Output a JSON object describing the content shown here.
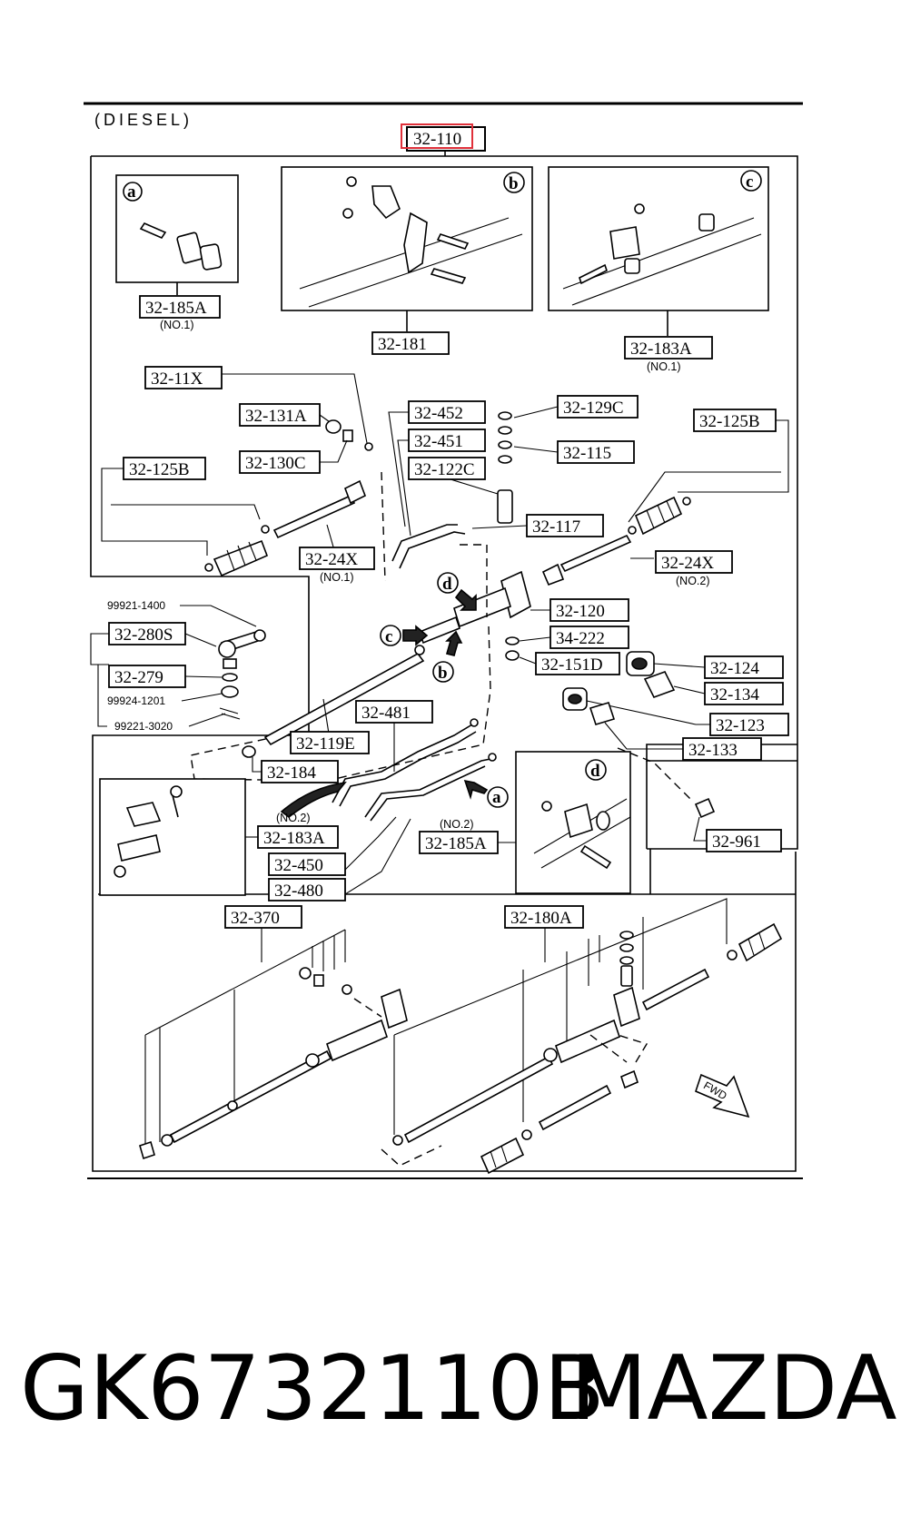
{
  "header": {
    "variant": "(DIESEL)",
    "group_ref": "32-110",
    "highlight_color": "#e0303a"
  },
  "details": {
    "a": {
      "marker": "a",
      "ref": "32-185A",
      "note": "(NO.1)"
    },
    "b": {
      "marker": "b",
      "ref": "32-181"
    },
    "c": {
      "marker": "c",
      "ref": "32-183A",
      "note": "(NO.1)"
    },
    "d": {
      "marker": "d",
      "ref": "32-185A",
      "note": "(NO.2)"
    }
  },
  "labels": {
    "l_11x": "32-11X",
    "l_131a": "32-131A",
    "l_130c": "32-130C",
    "l_125b_left": "32-125B",
    "l_452": "32-452",
    "l_451": "32-451",
    "l_122c": "32-122C",
    "l_129c": "32-129C",
    "l_115": "32-115",
    "l_125b_right": "32-125B",
    "l_24x_1": "32-24X",
    "l_24x_1_note": "(NO.1)",
    "l_117": "32-117",
    "l_24x_2": "32-24X",
    "l_24x_2_note": "(NO.2)",
    "l_120": "32-120",
    "l_222": "34-222",
    "l_151d": "32-151D",
    "l_124": "32-124",
    "l_134": "32-134",
    "l_123": "32-123",
    "l_133": "32-133",
    "l_280s": "32-280S",
    "l_279": "32-279",
    "p_1400": "99921-1400",
    "p_1201": "99924-1201",
    "p_3020": "99221-3020",
    "l_481": "32-481",
    "l_119e": "32-119E",
    "l_184": "32-184",
    "l_183a_2": "32-183A",
    "l_183a_2_note": "(NO.2)",
    "l_450": "32-450",
    "l_480": "32-480",
    "l_961": "32-961",
    "l_370": "32-370",
    "l_180a": "32-180A",
    "fwd": "FWD"
  },
  "callouts": {
    "a": "a",
    "b": "b",
    "c": "c",
    "d": "d"
  },
  "caption": {
    "part_number": "GK6732110B",
    "brand": "MAZDA"
  }
}
